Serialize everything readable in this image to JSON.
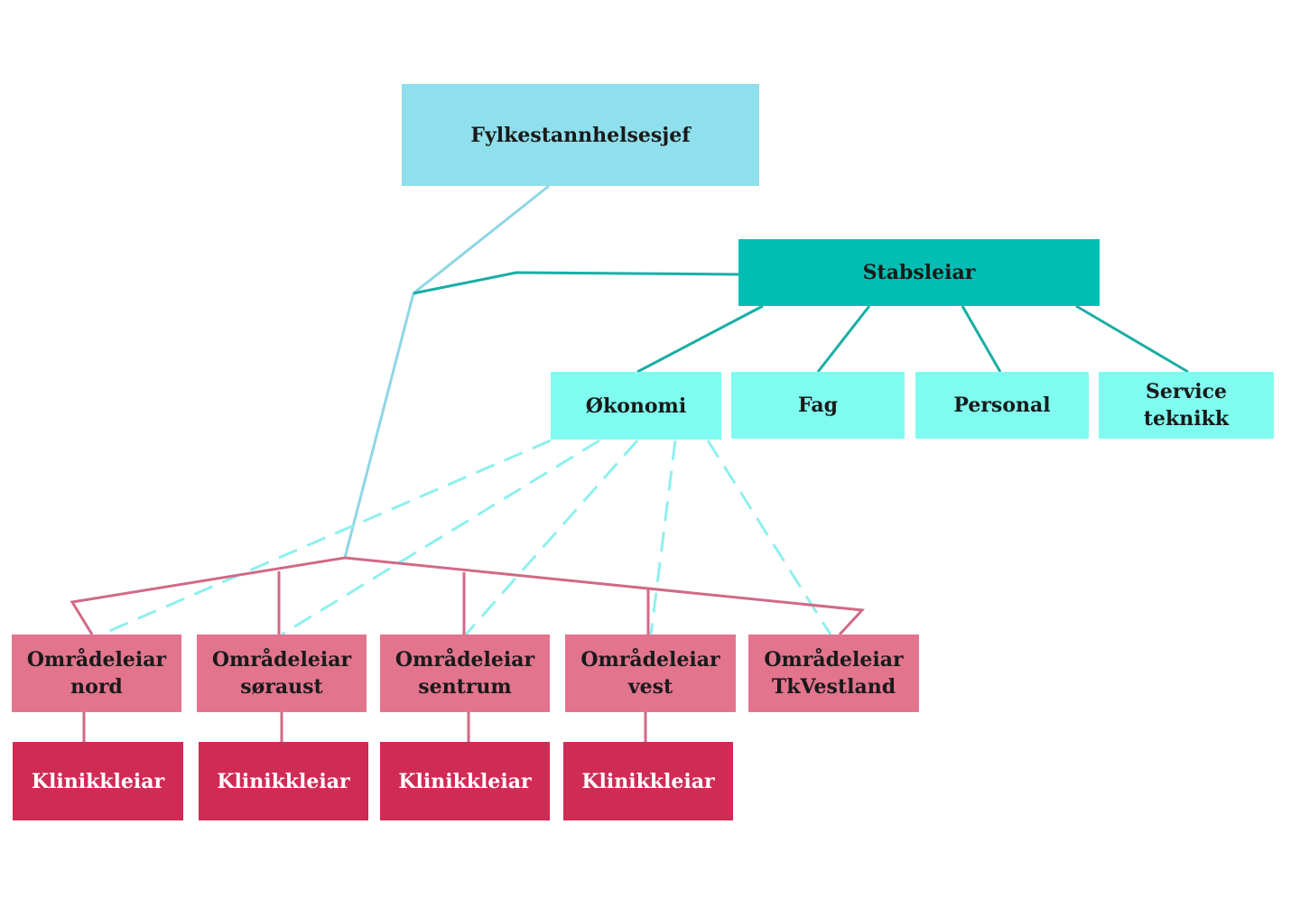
{
  "colors": {
    "top": "#8fdfed",
    "stab": "#00bfb2",
    "staff": "#7ffcef",
    "area": "#e2748e",
    "klinikk": "#cf2b55",
    "line_top": "#8fd6e6",
    "line_stab": "#1aaea4",
    "line_dashed": "#8ef0ee",
    "line_area": "#d06a86"
  },
  "chart": {
    "top": "Fylkestannhelsesjef",
    "stab": "Stabsleiar",
    "staff": [
      "Økonomi",
      "Fag",
      "Personal",
      "Service\nteknikk"
    ],
    "areas": [
      "Områdeleiar\nnord",
      "Områdeleiar\nsøraust",
      "Områdeleiar\nsentrum",
      "Områdeleiar\nvest",
      "Områdeleiar\nTkVestland"
    ],
    "clinics": [
      "Klinikkleiar",
      "Klinikkleiar",
      "Klinikkleiar",
      "Klinikkleiar"
    ]
  }
}
